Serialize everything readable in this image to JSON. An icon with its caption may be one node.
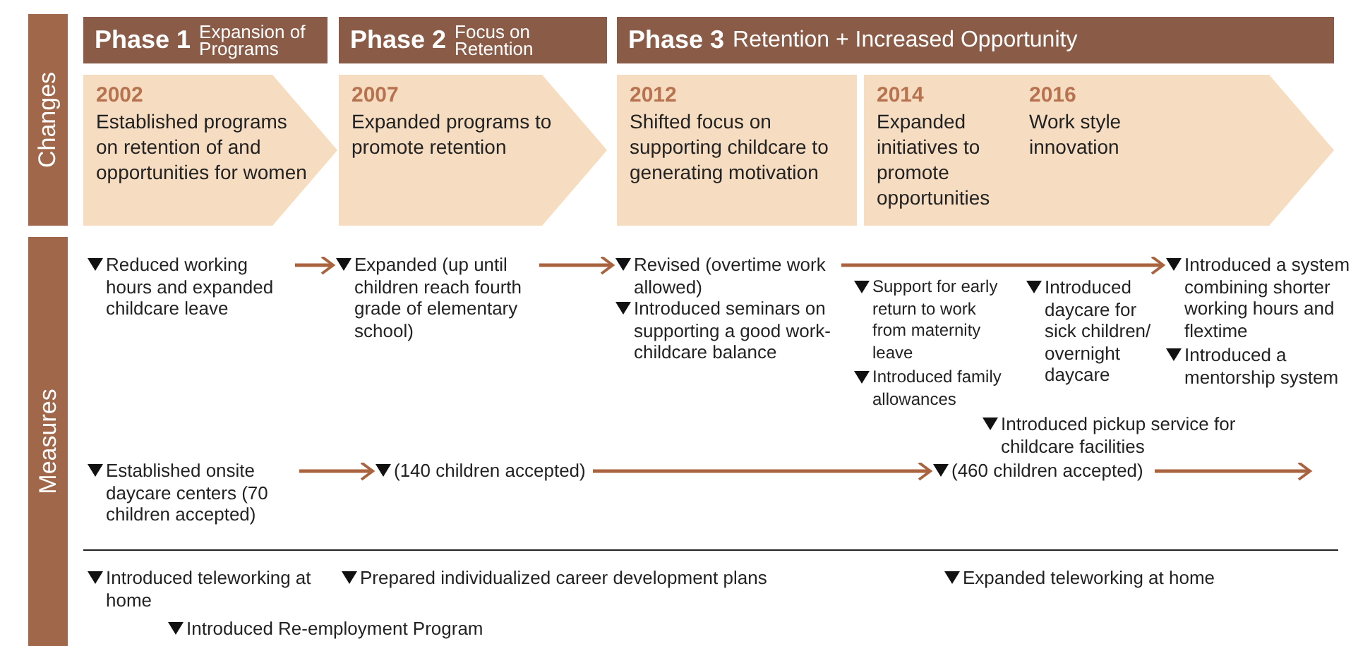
{
  "diagram": {
    "nodes": [
      {
        "text": [
          "Changes"
        ]
      },
      {
        "text": [
          "Measures"
        ]
      },
      {
        "text": [
          "Phase 1",
          "Expansion of Programs"
        ]
      },
      {
        "text": [
          "Phase 2",
          "Focus on Retention"
        ]
      },
      {
        "text": [
          "Phase 3",
          "Retention + Increased Opportunity"
        ]
      },
      {
        "text": [
          "2002",
          "Established programs on retention of and opportunities for women"
        ]
      },
      {
        "text": [
          "2007",
          "Expanded programs to promote retention"
        ]
      },
      {
        "text": [
          "2012",
          "Shifted focus on supporting childcare to generating motivation"
        ]
      },
      {
        "text": [
          "2014",
          "Expanded initiatives to promote opportunities",
          "2016",
          "Work style innovation"
        ]
      },
      {
        "text": [
          "Reduced working hours and expanded childcare leave"
        ]
      },
      {
        "text": [
          "Expanded (up until children reach fourth grade of elementary school)"
        ]
      },
      {
        "text": [
          "Revised (overtime work allowed)"
        ]
      },
      {
        "text": [
          "Introduced a system combining shorter working hours and flextime"
        ]
      },
      {
        "text": [
          "Established onsite daycare centers (70 children accepted)"
        ]
      },
      {
        "text": [
          "(140 children accepted)"
        ]
      },
      {
        "text": [
          "(460 children accepted)"
        ]
      }
    ],
    "edges": [
      {
        "from": 9,
        "to": 10,
        "arrow": "to"
      },
      {
        "from": 10,
        "to": 11,
        "arrow": "to"
      },
      {
        "from": 11,
        "to": 12,
        "arrow": "to"
      },
      {
        "from": 13,
        "to": 14,
        "arrow": "to"
      },
      {
        "from": 14,
        "to": 15,
        "arrow": "to"
      },
      {
        "from": 15,
        "to": null,
        "arrow": "to"
      }
    ],
    "labels": [
      "Introduced seminars on supporting a good work-childcare balance",
      "Support for early return to work from maternity leave",
      "Introduced family allowances",
      "Introduced daycare for sick children/ overnight daycare",
      "Introduced a mentorship system",
      "Introduced pickup service for childcare facilities",
      "Introduced teleworking at home",
      "Prepared individualized career development plans",
      "Expanded teleworking at home",
      "Introduced Re-employment Program"
    ]
  }
}
